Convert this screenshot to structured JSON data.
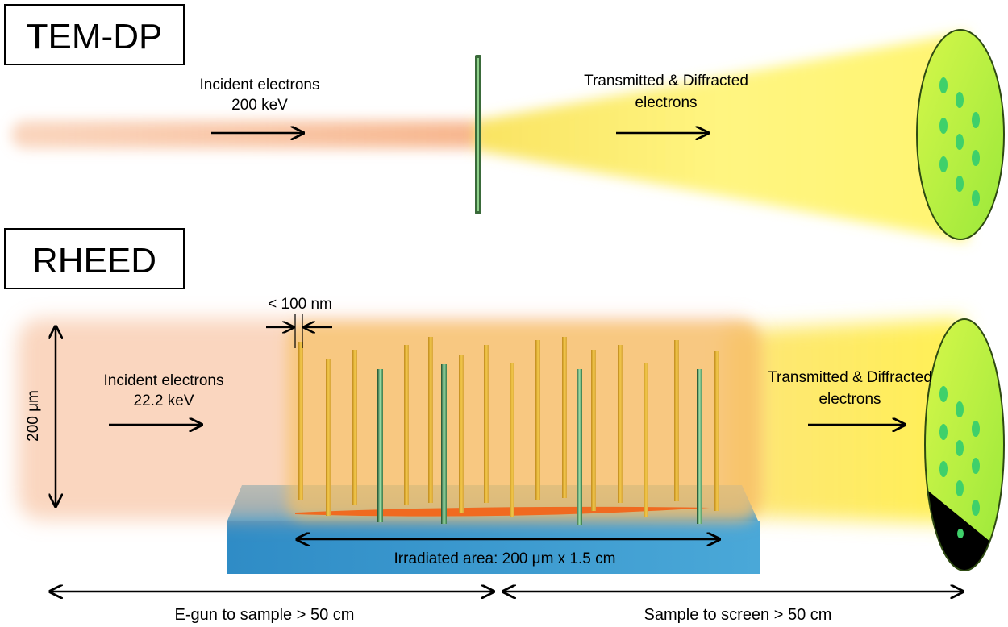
{
  "tem_dp": {
    "title": "TEM-DP",
    "incident_line1": "Incident electrons",
    "incident_line2": "200 keV",
    "transmitted_line1": "Transmitted & Diffracted",
    "transmitted_line2": "electrons"
  },
  "rheed": {
    "title": "RHEED",
    "width_label": "< 100 nm",
    "beam_height_label": "200 μm",
    "incident_line1": "Incident electrons",
    "incident_line2": "22.2 keV",
    "transmitted_line1": "Transmitted & Diffracted",
    "transmitted_line2": "electrons",
    "irradiated_label": "Irradiated area: 200 μm x 1.5 cm",
    "gun_distance_label": "E-gun to sample > 50 cm",
    "screen_distance_label": "Sample to screen > 50 cm"
  },
  "colors": {
    "incident_beam": "#f6b48a",
    "transmitted_beam": "#fff24a",
    "screen": "#b9f03a",
    "spot": "#3fd06a",
    "substrate": "#3aa2d8",
    "nanowire": "#e9b83a"
  }
}
